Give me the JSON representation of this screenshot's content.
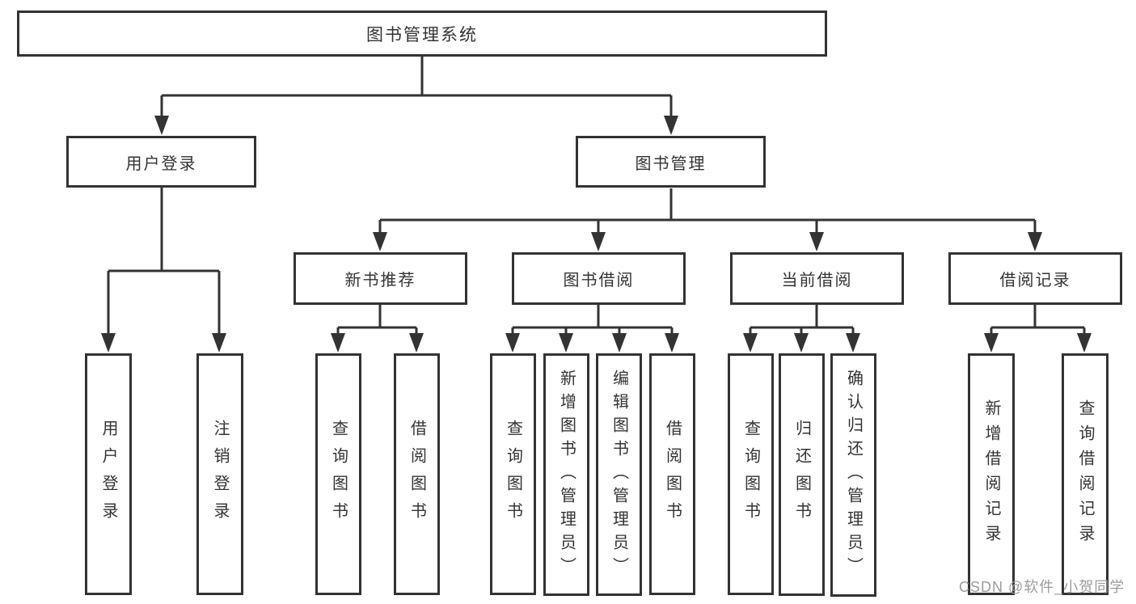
{
  "tree": {
    "root": "图书管理系统",
    "branches": [
      {
        "label": "用户登录",
        "children": [
          "用户登录",
          "注销登录"
        ]
      },
      {
        "label": "图书管理",
        "sections": [
          {
            "label": "新书推荐",
            "children": [
              "查询图书",
              "借阅图书"
            ]
          },
          {
            "label": "图书借阅",
            "children": [
              "查询图书",
              "新增图书（管理员）",
              "编辑图书（管理员）",
              "借阅图书"
            ]
          },
          {
            "label": "当前借阅",
            "children": [
              "查询图书",
              "归还图书",
              "确认归还（管理员）"
            ]
          },
          {
            "label": "借阅记录",
            "children": [
              "新增借阅记录",
              "查询借阅记录"
            ]
          }
        ]
      }
    ]
  },
  "watermark": {
    "text": "CSDN @软件_小贺同学"
  },
  "colors": {
    "line": "#333333",
    "text": "#333333",
    "watermark": "#9c9c9c",
    "background": "#ffffff"
  }
}
